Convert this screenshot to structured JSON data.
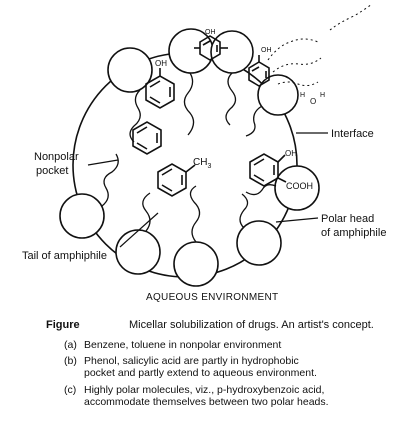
{
  "labels": {
    "interface": "Interface",
    "nonpolar_pocket_line1": "Nonpolar",
    "nonpolar_pocket_line2": "pocket",
    "polar_head_line1": "Polar head",
    "polar_head_line2": "of amphiphile",
    "tail": "Tail of amphiphile",
    "ch3": "CH",
    "ch3_sub": "3",
    "oh": "OH",
    "cooh": "COOH",
    "water_o": "O",
    "water_h": "H"
  },
  "caption": {
    "title": "AQUEOUS ENVIRONMENT",
    "figure_label": "Figure",
    "figure_text": "Micellar solubilization of drugs.  An artist's concept.",
    "items": [
      {
        "marker": "(a)",
        "lines": [
          "Benzene, toluene in nonpolar environment"
        ]
      },
      {
        "marker": "(b)",
        "lines": [
          "Phenol, salicylic acid are partly in hydrophobic",
          "pocket and partly extend to aqueous environment."
        ]
      },
      {
        "marker": "(c)",
        "lines": [
          "Highly polar molecules, viz., p-hydroxybenzoic acid,",
          "accommodate themselves between two polar heads."
        ]
      }
    ]
  },
  "colors": {
    "ink": "#111111",
    "background": "#ffffff"
  }
}
